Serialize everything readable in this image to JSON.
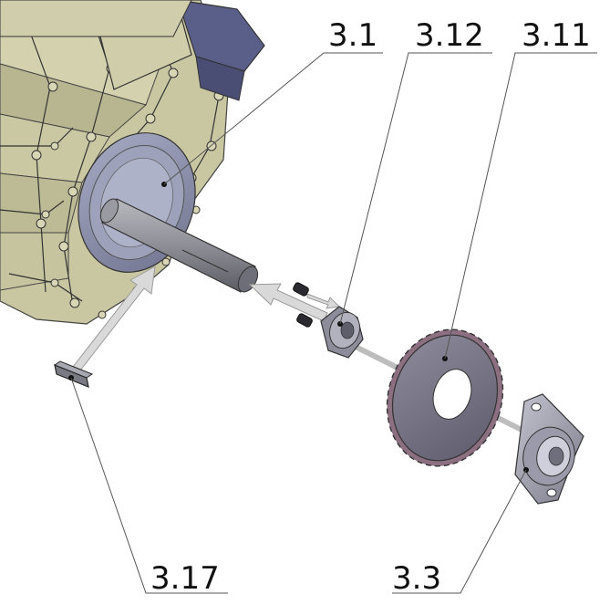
{
  "callouts": {
    "c31": "3.1",
    "c312": "3.12",
    "c311": "3.11",
    "c317": "3.17",
    "c33": "3.3"
  },
  "colors": {
    "housing_fill": "#c9c7a2",
    "housing_dark": "#a9a780",
    "housing_shadow": "#8f8d6c",
    "end_cap": "#8f93ad",
    "shaft": "#8e8e96",
    "part_dark": "#6b6a78",
    "sprocket": "#7d7b8c",
    "sprocket_tooth": "#8c6f80",
    "arrow": "#d9d9d9",
    "leader": "#555555",
    "label": "#111111",
    "top_panel": "#5a5f8a"
  }
}
